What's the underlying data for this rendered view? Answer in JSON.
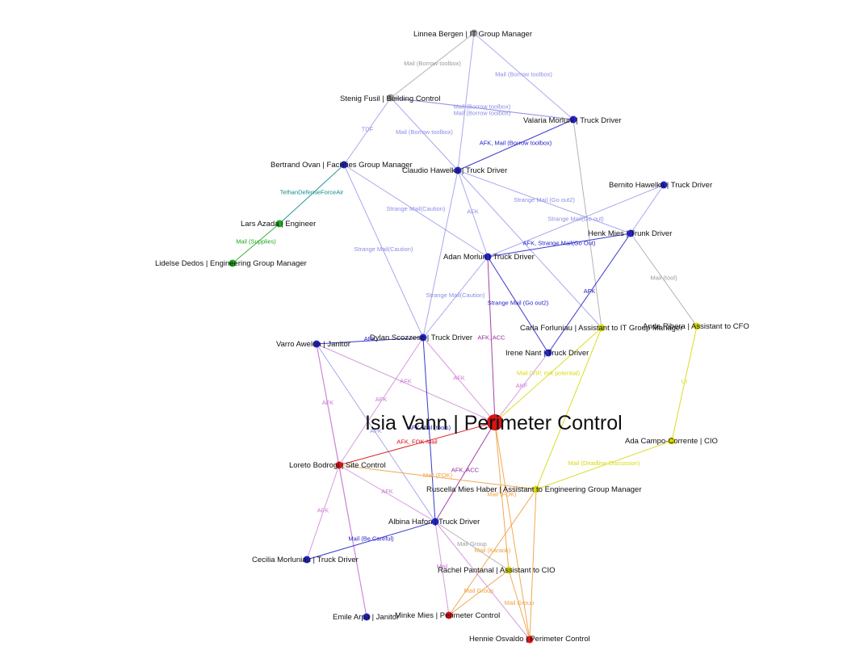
{
  "colors": {
    "blue": "#2424c8",
    "purple": "#9a2c9e",
    "green": "#1ea81e",
    "red": "#d81414",
    "yellow": "#d8d810",
    "orange": "#f0a040",
    "teal": "#128c8c",
    "gray": "#9a9a9a",
    "lightblue": "#8c8ce8",
    "violet": "#c87ad2"
  },
  "nodes": [
    {
      "id": "n1",
      "label": "Linnea Bergen | IT Group Manager",
      "color": "gray"
    },
    {
      "id": "n2",
      "label": "Stenig Fusil | Building Control",
      "color": "gray"
    },
    {
      "id": "n3",
      "label": "Valaria Morluni | Truck Driver",
      "color": "blue"
    },
    {
      "id": "n4",
      "label": "Bertrand Ovan | Facilities Group Manager",
      "color": "blue"
    },
    {
      "id": "n5",
      "label": "Claudio Hawelka | Truck Driver",
      "color": "blue"
    },
    {
      "id": "n6",
      "label": "Bernito Hawelka | Truck Driver",
      "color": "blue"
    },
    {
      "id": "n7",
      "label": "Lars Azada | Engineer",
      "color": "green"
    },
    {
      "id": "n8",
      "label": "Henk Mies | Trunk Driver",
      "color": "blue"
    },
    {
      "id": "n9",
      "label": "Lidelse Dedos | Engineering Group Manager",
      "color": "green"
    },
    {
      "id": "n10",
      "label": "Adan Morlun | Truck Driver",
      "color": "blue"
    },
    {
      "id": "n11",
      "label": "Carla Forluniau | Assistant to IT Group Manager",
      "color": "yellow"
    },
    {
      "id": "n12",
      "label": "Anda Ribera | Assistant to CFO",
      "color": "yellow"
    },
    {
      "id": "n13",
      "label": "Varro Awelon | Janitor",
      "color": "blue"
    },
    {
      "id": "n14",
      "label": "Dylan Scozzese | Truck Driver",
      "color": "blue"
    },
    {
      "id": "n15",
      "label": "Irene Nant | Truck Driver",
      "color": "blue"
    },
    {
      "id": "n16",
      "label": "Isia Vann | Perimeter Control",
      "color": "red",
      "big": true
    },
    {
      "id": "n17",
      "label": "Ada Campo-Corrente | CIO",
      "color": "yellow"
    },
    {
      "id": "n18",
      "label": "Loreto Bodrogi | Site Control",
      "color": "red"
    },
    {
      "id": "n19",
      "label": "Ruscella Mies Haber | Assistant to Engineering Group Manager",
      "color": "yellow"
    },
    {
      "id": "n20",
      "label": "Albina Hafon | Truck Driver",
      "color": "blue"
    },
    {
      "id": "n21",
      "label": "Cecilia Morluniau | Truck Driver",
      "color": "blue"
    },
    {
      "id": "n22",
      "label": "Rachel Pantanal | Assistant to CIO",
      "color": "yellow"
    },
    {
      "id": "n23",
      "label": "Emile Arpa | Janitor",
      "color": "blue"
    },
    {
      "id": "n24",
      "label": "Minke Mies | Perimeter Control",
      "color": "red"
    },
    {
      "id": "n25",
      "label": "Hennie Osvaldo | Perimeter Control",
      "color": "red"
    }
  ],
  "edges": [
    {
      "from": "n1",
      "to": "n2",
      "label": "Mail (Borrow toolbox)",
      "color": "gray"
    },
    {
      "from": "n1",
      "to": "n3",
      "label": "Mail (Borrow toolbox)",
      "color": "lightblue"
    },
    {
      "from": "n1",
      "to": "n5",
      "label": "",
      "color": "lightblue"
    },
    {
      "from": "n2",
      "to": "n3",
      "label": "Mail (Borrow toolbox)",
      "color": "lightblue"
    },
    {
      "from": "n2",
      "to": "n3",
      "label": "Mail (Borrow toolbox)",
      "color": "lightblue"
    },
    {
      "from": "n2",
      "to": "n5",
      "label": "Mail (Borrow toolbox)",
      "color": "lightblue"
    },
    {
      "from": "n2",
      "to": "n4",
      "label": "TDF",
      "color": "lightblue"
    },
    {
      "from": "n3",
      "to": "n5",
      "label": "AFK, Mail (Borrow toolbox)",
      "color": "blue"
    },
    {
      "from": "n3",
      "to": "n11",
      "label": "",
      "color": "gray"
    },
    {
      "from": "n4",
      "to": "n7",
      "label": "TethanDefenseForceAir",
      "color": "teal"
    },
    {
      "from": "n7",
      "to": "n9",
      "label": "Mail (Supplies)",
      "color": "green"
    },
    {
      "from": "n4",
      "to": "n14",
      "label": "Strange Mail(Caution)",
      "color": "lightblue"
    },
    {
      "from": "n4",
      "to": "n10",
      "label": "Strange Mail(Caution)",
      "color": "lightblue"
    },
    {
      "from": "n5",
      "to": "n10",
      "label": "AFK",
      "color": "lightblue"
    },
    {
      "from": "n5",
      "to": "n14",
      "label": "",
      "color": "lightblue"
    },
    {
      "from": "n5",
      "to": "n8",
      "label": "Strange Mail (Go out2)",
      "color": "lightblue"
    },
    {
      "from": "n5",
      "to": "n11",
      "label": "",
      "color": "lightblue"
    },
    {
      "from": "n6",
      "to": "n10",
      "label": "Strange Mail(Go out)",
      "color": "lightblue"
    },
    {
      "from": "n6",
      "to": "n8",
      "label": "",
      "color": "lightblue"
    },
    {
      "from": "n8",
      "to": "n10",
      "label": "AFK, Strange Mail(Go Out)",
      "color": "blue"
    },
    {
      "from": "n8",
      "to": "n15",
      "label": "AFK",
      "color": "blue"
    },
    {
      "from": "n8",
      "to": "n12",
      "label": "Mail (tool)",
      "color": "gray"
    },
    {
      "from": "n10",
      "to": "n15",
      "label": "Strange Mail (Go out2)",
      "color": "blue"
    },
    {
      "from": "n10",
      "to": "n14",
      "label": "Strange Mail(Caution)",
      "color": "lightblue"
    },
    {
      "from": "n10",
      "to": "n16",
      "label": "AFK, ACC",
      "color": "purple"
    },
    {
      "from": "n13",
      "to": "n14",
      "label": "AFK",
      "color": "blue"
    },
    {
      "from": "n13",
      "to": "n16",
      "label": "AFK",
      "color": "violet"
    },
    {
      "from": "n13",
      "to": "n18",
      "label": "AFK",
      "color": "violet"
    },
    {
      "from": "n13",
      "to": "n20",
      "label": "AFK",
      "color": "lightblue"
    },
    {
      "from": "n13",
      "to": "n23",
      "label": "",
      "color": "violet"
    },
    {
      "from": "n14",
      "to": "n16",
      "label": "AFK",
      "color": "violet"
    },
    {
      "from": "n14",
      "to": "n18",
      "label": "AFK",
      "color": "violet"
    },
    {
      "from": "n14",
      "to": "n20",
      "label": "AFK,Mail (tools)",
      "color": "blue"
    },
    {
      "from": "n15",
      "to": "n16",
      "label": "AKF",
      "color": "violet"
    },
    {
      "from": "n12",
      "to": "n17",
      "label": "UI",
      "color": "yellow"
    },
    {
      "from": "n11",
      "to": "n19",
      "label": "",
      "color": "yellow"
    },
    {
      "from": "n17",
      "to": "n19",
      "label": "Mail (Deadline Discussion)",
      "color": "yellow"
    },
    {
      "from": "n16",
      "to": "n11",
      "label": "Mail (VIP, risk potential)",
      "color": "yellow"
    },
    {
      "from": "n16",
      "to": "n18",
      "label": "AFK, FOK-Mail",
      "color": "red"
    },
    {
      "from": "n16",
      "to": "n20",
      "label": "AFK, ACC",
      "color": "purple"
    },
    {
      "from": "n16",
      "to": "n22",
      "label": "Mail (FOK)",
      "color": "orange"
    },
    {
      "from": "n16",
      "to": "n25",
      "label": "",
      "color": "orange"
    },
    {
      "from": "n18",
      "to": "n19",
      "label": "Mail (FOK)",
      "color": "orange"
    },
    {
      "from": "n18",
      "to": "n20",
      "label": "AFK",
      "color": "violet"
    },
    {
      "from": "n18",
      "to": "n21",
      "label": "AFK",
      "color": "violet"
    },
    {
      "from": "n18",
      "to": "n23",
      "label": "",
      "color": "violet"
    },
    {
      "from": "n19",
      "to": "n24",
      "label": "Mail (Karaok)",
      "color": "orange"
    },
    {
      "from": "n19",
      "to": "n25",
      "label": "",
      "color": "orange"
    },
    {
      "from": "n20",
      "to": "n21",
      "label": "Mail (Be Careful)",
      "color": "blue"
    },
    {
      "from": "n20",
      "to": "n22",
      "label": "Mail Group",
      "color": "gray"
    },
    {
      "from": "n20",
      "to": "n24",
      "label": "Mail",
      "color": "violet"
    },
    {
      "from": "n20",
      "to": "n25",
      "label": "",
      "color": "violet"
    },
    {
      "from": "n22",
      "to": "n24",
      "label": "Mail Group",
      "color": "orange"
    },
    {
      "from": "n22",
      "to": "n25",
      "label": "Mail Group",
      "color": "orange"
    }
  ]
}
